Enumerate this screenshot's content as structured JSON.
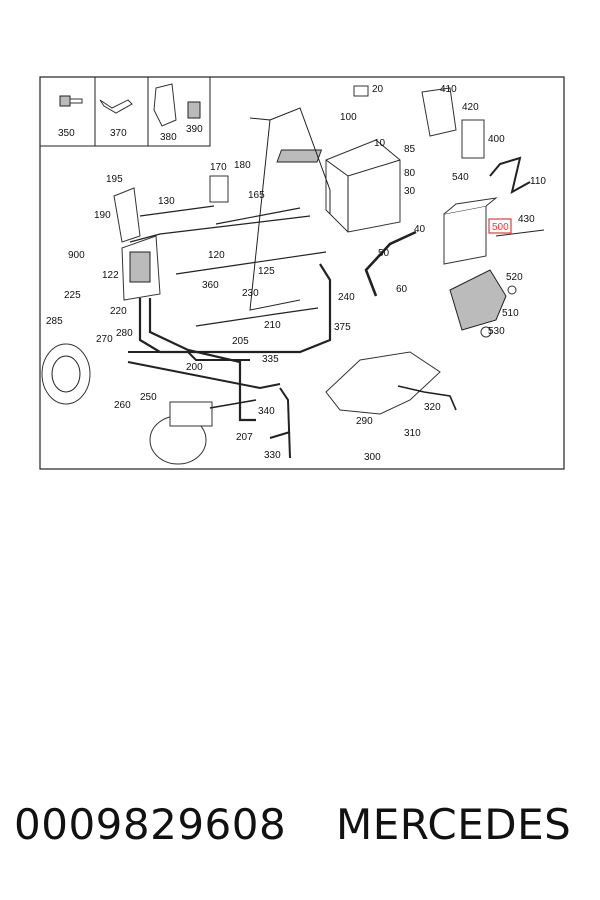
{
  "diagram": {
    "labels": [
      "350",
      "370",
      "380",
      "390",
      "20",
      "100",
      "10",
      "410",
      "420",
      "400",
      "85",
      "80",
      "30",
      "540",
      "110",
      "430",
      "500",
      "170",
      "180",
      "195",
      "165",
      "130",
      "190",
      "900",
      "120",
      "122",
      "125",
      "40",
      "50",
      "225",
      "360",
      "230",
      "220",
      "520",
      "510",
      "530",
      "285",
      "270",
      "280",
      "210",
      "240",
      "60",
      "375",
      "205",
      "335",
      "200",
      "250",
      "260",
      "340",
      "320",
      "290",
      "310",
      "207",
      "330",
      "300"
    ],
    "highlighted_label": "500",
    "highlight_color": "#e23b3b"
  },
  "caption": {
    "part_number": "0009829608",
    "brand": "MERCEDES"
  }
}
